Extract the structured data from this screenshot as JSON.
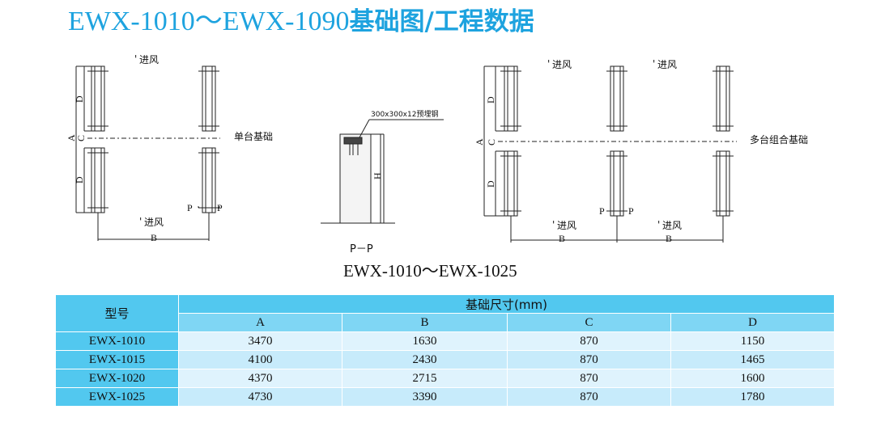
{
  "title": {
    "prefix": "EWX-1010～EWX-1090",
    "suffix": "基础图/工程数据"
  },
  "drawing": {
    "labels": {
      "inlet": "进风",
      "single_foundation": "单台基础",
      "multi_foundation": "多台组合基础",
      "embedded_steel": "300x300x12预埋钢",
      "section": "P－P",
      "p": "P",
      "a": "A",
      "b": "B",
      "c": "C",
      "d": "D",
      "h": "H"
    },
    "subtitle": "EWX-1010～EWX-1025"
  },
  "table": {
    "model_header": "型号",
    "size_header": "基础尺寸(mm)",
    "columns": [
      "A",
      "B",
      "C",
      "D"
    ],
    "rows": [
      {
        "model": "EWX-1010",
        "values": [
          "3470",
          "1630",
          "870",
          "1150"
        ]
      },
      {
        "model": "EWX-1015",
        "values": [
          "4100",
          "2430",
          "870",
          "1465"
        ]
      },
      {
        "model": "EWX-1020",
        "values": [
          "4370",
          "2715",
          "870",
          "1600"
        ]
      },
      {
        "model": "EWX-1025",
        "values": [
          "4730",
          "3390",
          "870",
          "1780"
        ]
      }
    ]
  },
  "colors": {
    "title": "#1ea3df",
    "header": "#52c8ef",
    "subheader": "#7fd6f4",
    "row_light": "#dff3fd",
    "row_dark": "#c7ebfb"
  }
}
